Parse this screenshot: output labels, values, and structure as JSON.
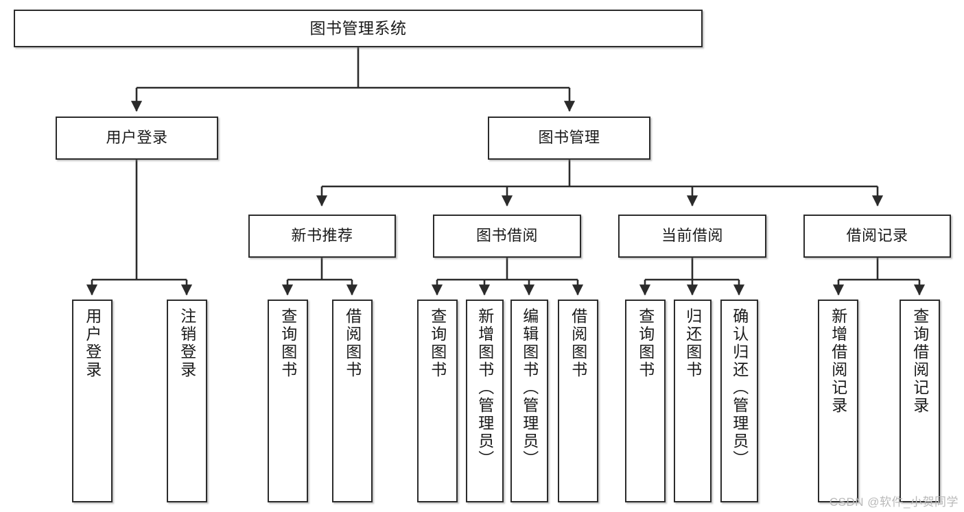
{
  "diagram": {
    "type": "tree",
    "title": "图书管理系统",
    "watermark": "CSDN @软件_小贺同学",
    "colors": {
      "box_border": "#2b2b2b",
      "box_fill": "#ffffff",
      "edge": "#2b2b2b",
      "text": "#1a1a1a",
      "watermark": "#b9b9b9"
    },
    "nodes": {
      "root": {
        "label": "图书管理系统"
      },
      "level2": [
        {
          "label": "用户登录"
        },
        {
          "label": "图书管理"
        }
      ],
      "level3": [
        {
          "label": "新书推荐"
        },
        {
          "label": "图书借阅"
        },
        {
          "label": "当前借阅"
        },
        {
          "label": "借阅记录"
        }
      ],
      "leaves": [
        {
          "label": "用户登录",
          "parent": "用户登录"
        },
        {
          "label": "注销登录",
          "parent": "用户登录"
        },
        {
          "label": "查询图书",
          "parent": "新书推荐"
        },
        {
          "label": "借阅图书",
          "parent": "新书推荐"
        },
        {
          "label": "查询图书",
          "parent": "图书借阅"
        },
        {
          "label": "新增图书（管理员）",
          "parent": "图书借阅"
        },
        {
          "label": "编辑图书（管理员）",
          "parent": "图书借阅"
        },
        {
          "label": "借阅图书",
          "parent": "图书借阅"
        },
        {
          "label": "查询图书",
          "parent": "当前借阅"
        },
        {
          "label": "归还图书",
          "parent": "当前借阅"
        },
        {
          "label": "确认归还（管理员）",
          "parent": "当前借阅"
        },
        {
          "label": "新增借阅记录",
          "parent": "借阅记录"
        },
        {
          "label": "查询借阅记录",
          "parent": "借阅记录"
        }
      ]
    }
  }
}
